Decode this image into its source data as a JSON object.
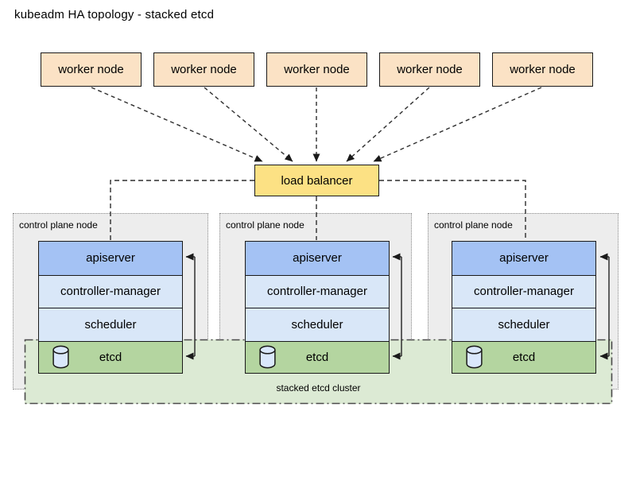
{
  "title": "kubeadm HA topology - stacked etcd",
  "worker_nodes": [
    {
      "label": "worker node"
    },
    {
      "label": "worker node"
    },
    {
      "label": "worker node"
    },
    {
      "label": "worker node"
    },
    {
      "label": "worker node"
    }
  ],
  "load_balancer": {
    "label": "load balancer"
  },
  "control_plane_nodes": [
    {
      "label": "control plane node",
      "components": [
        "apiserver",
        "controller-manager",
        "scheduler",
        "etcd"
      ]
    },
    {
      "label": "control plane node",
      "components": [
        "apiserver",
        "controller-manager",
        "scheduler",
        "etcd"
      ]
    },
    {
      "label": "control plane node",
      "components": [
        "apiserver",
        "controller-manager",
        "scheduler",
        "etcd"
      ]
    }
  ],
  "etcd_cluster": {
    "label": "stacked etcd cluster"
  },
  "icons": {
    "etcd_icon": "database-cylinder"
  },
  "colors": {
    "worker_fill": "#fbe2c5",
    "lb_fill": "#fce184",
    "api_fill": "#a4c2f4",
    "comp_fill": "#d9e7f8",
    "etcd_fill": "#b4d5a0",
    "cluster_fill": "#dcead4",
    "gray_fill": "#ededed"
  }
}
